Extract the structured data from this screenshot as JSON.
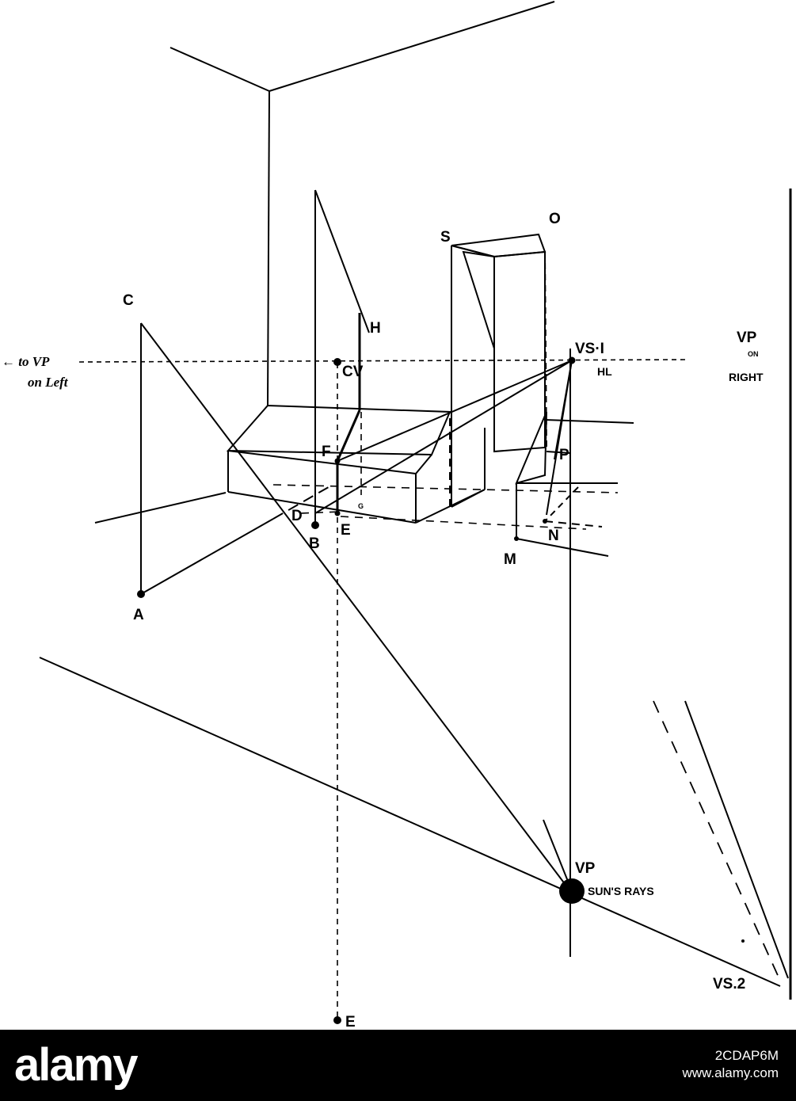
{
  "figure": {
    "labels": {
      "C": "C",
      "A": "A",
      "H": "H",
      "CV": "CV",
      "F": "F",
      "D": "D",
      "B": "B",
      "E": "E",
      "G": "G",
      "S": "S",
      "O": "O",
      "VS1": "VS·I",
      "HL": "HL",
      "P": "P",
      "N": "N",
      "M": "M",
      "E_bottom": "E",
      "VP_right_1": "VP",
      "VP_right_2": "ON",
      "VP_right_3": "RIGHT",
      "VP_left_1": "← to VP",
      "VP_left_2": "on Left",
      "VP_sun_1": "VP",
      "VP_sun_2": "SUN'S RAYS",
      "VS2": "VS.2"
    }
  },
  "watermark": {
    "logo": "alamy",
    "image_id": "2CDAP6M",
    "site": "www.alamy.com"
  }
}
